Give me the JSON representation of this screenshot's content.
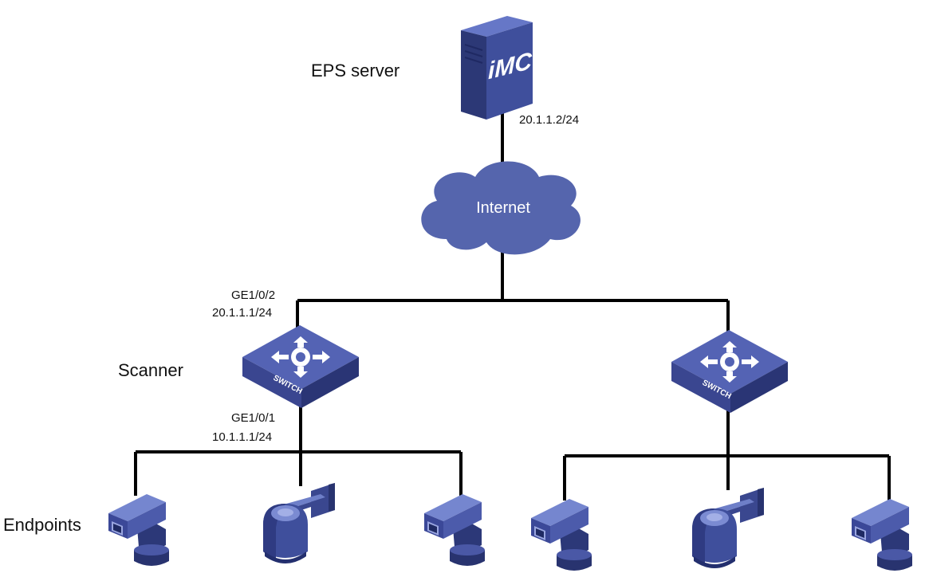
{
  "server": {
    "label": "EPS server",
    "badge": "iMC",
    "ip": "20.1.1.2/24"
  },
  "cloud": {
    "label": "Internet"
  },
  "scanner": {
    "label": "Scanner",
    "switch_text": "SWITCH",
    "uplink_port": "GE1/0/2",
    "uplink_ip": "20.1.1.1/24",
    "downlink_port": "GE1/0/1",
    "downlink_ip": "10.1.1.1/24"
  },
  "switch2": {
    "switch_text": "SWITCH"
  },
  "endpoints": {
    "label": "Endpoints"
  },
  "colors": {
    "device_blue": "#3f4f9c",
    "device_light": "#6e7fc8",
    "device_dark": "#232f6e",
    "cloud": "#5565ad",
    "line": "#000000"
  }
}
